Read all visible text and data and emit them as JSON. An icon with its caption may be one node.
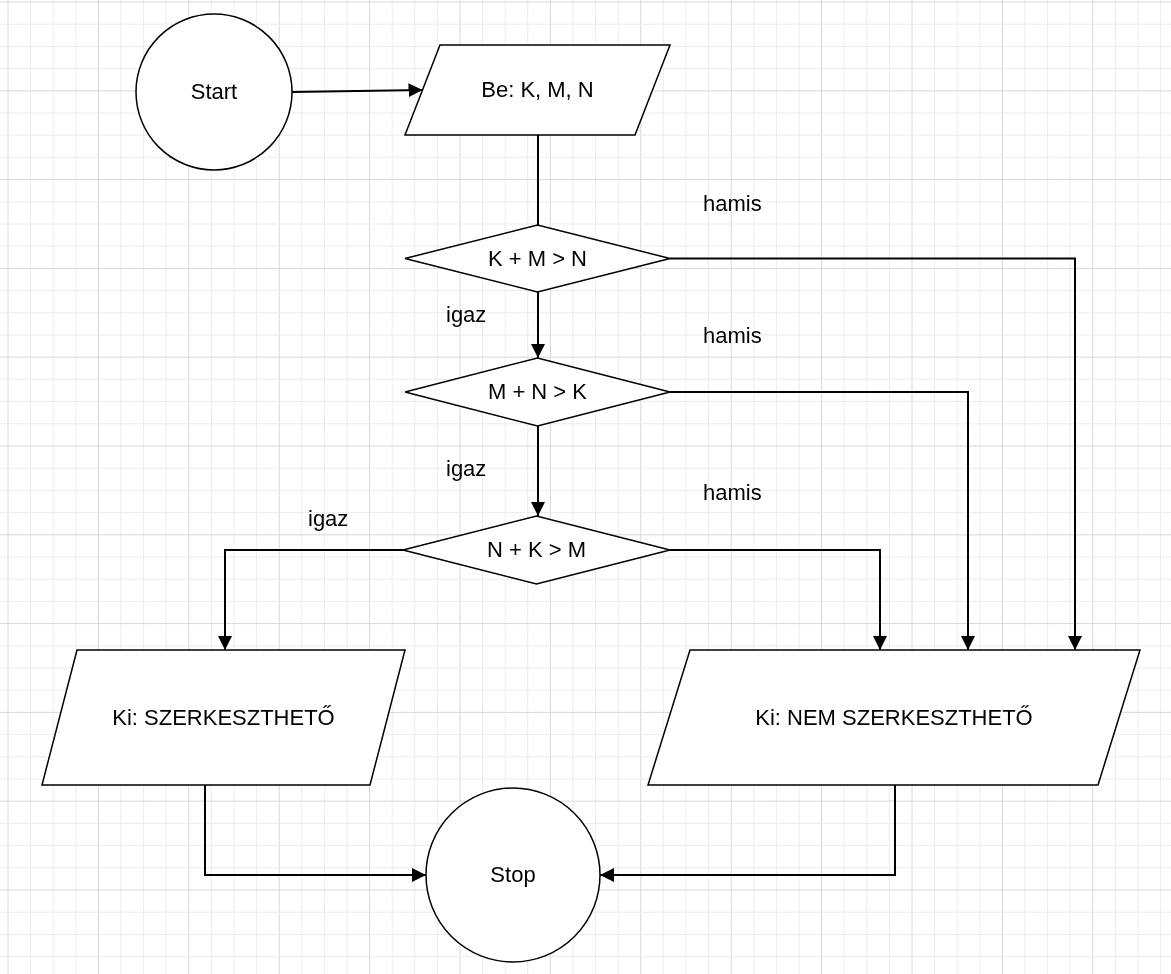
{
  "diagram": {
    "nodes": [
      {
        "text": [
          "Start"
        ]
      },
      {
        "text": [
          "Be: K, M, N"
        ]
      },
      {
        "text": [
          "K + M > N"
        ]
      },
      {
        "text": [
          "M + N > K"
        ]
      },
      {
        "text": [
          "N + K > M"
        ]
      },
      {
        "text": [
          "Ki: SZERKESZTHETŐ"
        ]
      },
      {
        "text": [
          "Ki: NEM SZERKESZTHETŐ"
        ]
      },
      {
        "text": [
          "Stop"
        ]
      }
    ],
    "edges": [
      {
        "from": 0,
        "to": 1,
        "arrow": "to"
      },
      {
        "from": 1,
        "to": 2,
        "arrow": "none"
      },
      {
        "from": 2,
        "to": 3,
        "arrow": "to",
        "label": "igaz"
      },
      {
        "from": 3,
        "to": 4,
        "arrow": "to",
        "label": "igaz"
      },
      {
        "from": 4,
        "to": 5,
        "arrow": "to",
        "label": "igaz"
      },
      {
        "from": 4,
        "to": 6,
        "arrow": "to",
        "label": "hamis"
      },
      {
        "from": 3,
        "to": 6,
        "arrow": "to",
        "label": "hamis"
      },
      {
        "from": 2,
        "to": 6,
        "arrow": "to",
        "label": "hamis"
      },
      {
        "from": 5,
        "to": 7,
        "arrow": "to"
      },
      {
        "from": 6,
        "to": 7,
        "arrow": "to"
      }
    ]
  }
}
